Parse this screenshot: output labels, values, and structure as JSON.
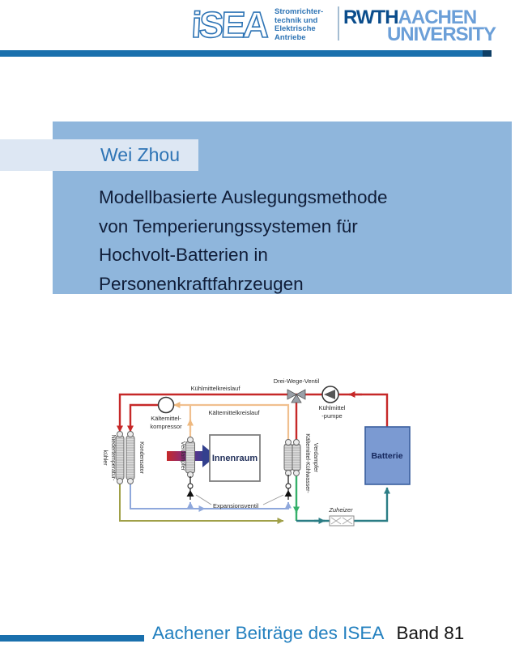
{
  "header": {
    "isea_logo_text": "iSEA",
    "isea_tagline_lines": [
      "Stromrichter-",
      "technik und",
      "Elektrische",
      "Antriebe"
    ],
    "rwth_dark": "RWTH",
    "rwth_light1": "AACHEN",
    "rwth_light2": "UNIVERSITY"
  },
  "cover": {
    "author": "Wei Zhou",
    "title_lines": [
      "Modellbasierte Auslegungsmethode",
      "von Temperierungssystemen für",
      "Hochvolt-Batterien in",
      "Personenkraftfahrzeugen"
    ]
  },
  "diagram": {
    "labels": {
      "coolant_circuit": "Kühlmittelkreislauf",
      "three_way_valve": "Drei-Wege-Ventil",
      "coolant_pump_line1": "Kühlmittel",
      "coolant_pump_line2": "-pumpe",
      "compressor_line1": "Kältemittel-",
      "compressor_line2": "kompressor",
      "refrigerant_circuit": "Kältemittelkreislauf",
      "lt_cooler_line1": "Niedertemperatur-",
      "lt_cooler_line2": "kühler",
      "condenser": "Kondensator",
      "evaporator": "Verdampfer",
      "cabin": "Innenraum",
      "chiller_line1": "Kältemittel-Kühlwasser-",
      "chiller_line2": "Verdampfer",
      "expansion_valve": "Expansionsventil",
      "heater": "Zuheizer",
      "battery": "Batterie"
    }
  },
  "footer": {
    "series": "Aachener Beiträge des ISEA",
    "volume": "Band 81"
  },
  "colors": {
    "bar_blue": "#1a70ad",
    "bar_tip": "#0e3f66",
    "title_box_blue": "#8fb6dc",
    "author_band": "#dde7f3",
    "accent_blue_text": "#2e74b5",
    "title_text": "#101d38",
    "series_blue": "#2380bf",
    "rwth_dark_blue": "#0b4d8c",
    "rwth_light_blue": "#6b9fd8",
    "battery_fill": "#7b9ad2",
    "coolant_red": "#c62828",
    "refrigerant_tan": "#f0c08f",
    "expansion_light_blue": "#8fa8dc",
    "lt_cooler_olive": "#a0a048",
    "chiller_green": "#35b06a",
    "battery_teal": "#2b7d85"
  }
}
